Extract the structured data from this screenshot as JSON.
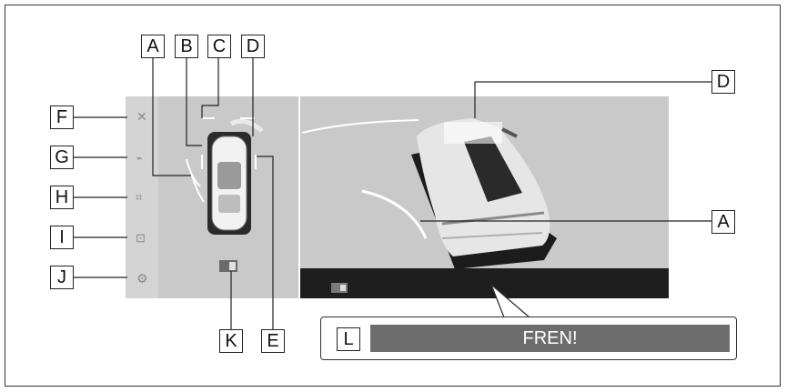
{
  "labels": {
    "A": "A",
    "B": "B",
    "C": "C",
    "D": "D",
    "E": "E",
    "F": "F",
    "G": "G",
    "H": "H",
    "I": "I",
    "J": "J",
    "K": "K",
    "L": "L"
  },
  "warning": {
    "text": "FREN!"
  },
  "icons": {
    "close": "close-icon",
    "sensor": "sensor-icon",
    "view": "view-icon",
    "camera": "camera-icon",
    "settings": "gear-icon",
    "battery_warning": "warning-indicator-icon"
  },
  "colors": {
    "screen": "#c9c9c9",
    "dark_bar": "#1e1e1e",
    "fren_bar": "#6d6d6d"
  }
}
